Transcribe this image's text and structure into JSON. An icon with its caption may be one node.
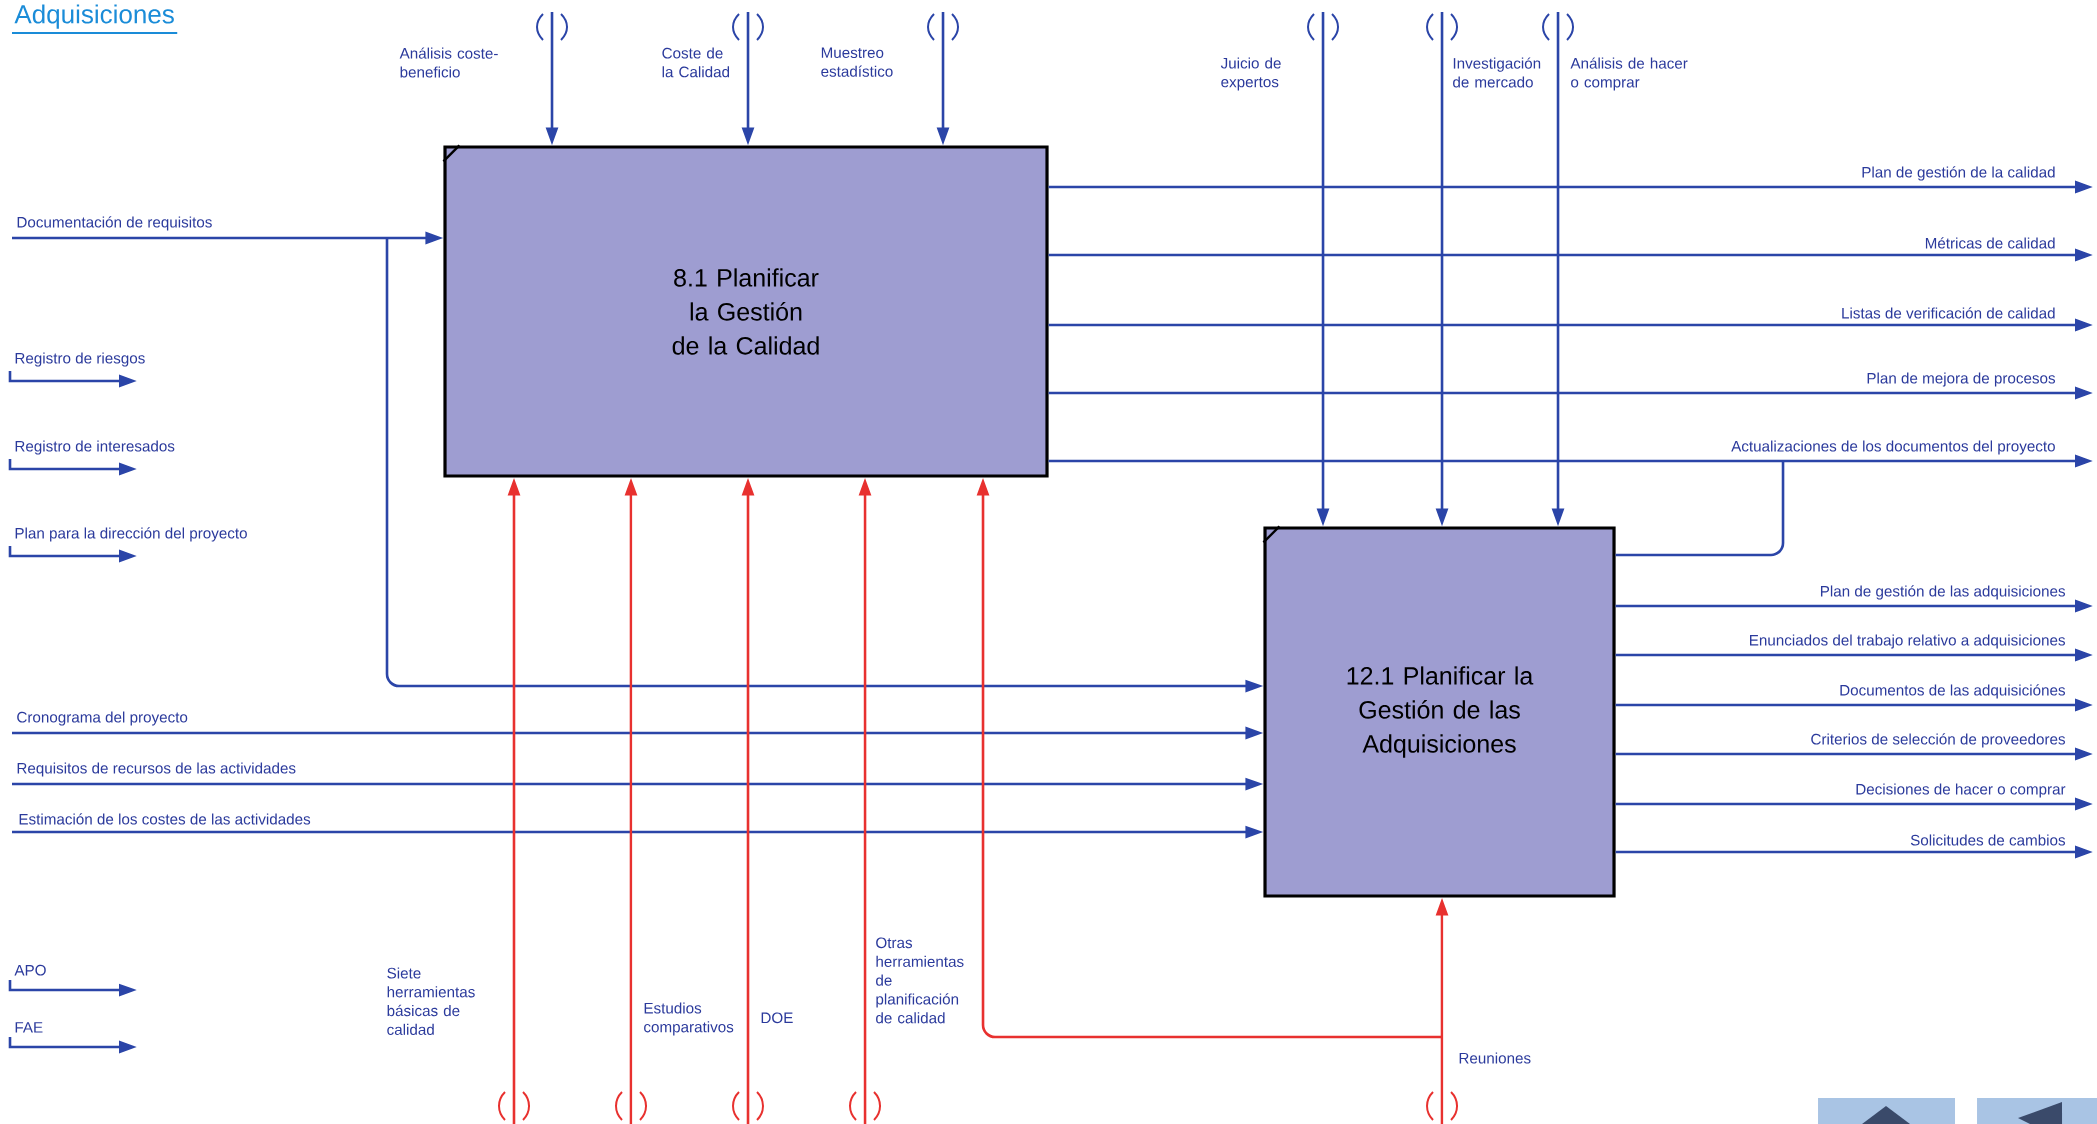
{
  "diagram": {
    "title": "Adquisiciones",
    "nodes": [
      {
        "text": [
          "8.1 Planificar la Gestión de la Calidad"
        ]
      },
      {
        "text": [
          "12.1 Planificar la Gestión de las Adquisiciones"
        ]
      },
      {
        "text": [
          "Registro de riesgos"
        ]
      },
      {
        "text": [
          "Registro de interesados"
        ]
      },
      {
        "text": [
          "Plan para la dirección del proyecto"
        ]
      },
      {
        "text": [
          "APO"
        ]
      },
      {
        "text": [
          "FAE"
        ]
      }
    ],
    "edges": [
      {
        "from": null,
        "to": 0,
        "arrow": "to",
        "label": "Documentación de requisitos"
      },
      {
        "from": null,
        "to": 1,
        "arrow": "to"
      },
      {
        "from": null,
        "to": 1,
        "arrow": "to",
        "label": "Cronograma del proyecto"
      },
      {
        "from": null,
        "to": 1,
        "arrow": "to",
        "label": "Requisitos de recursos de las actividades"
      },
      {
        "from": null,
        "to": 1,
        "arrow": "to",
        "label": "Estimación de los costes de las actividades"
      },
      {
        "from": null,
        "to": 0,
        "arrow": "to",
        "label": "Análisis coste-beneficio"
      },
      {
        "from": null,
        "to": 0,
        "arrow": "to",
        "label": "Coste de la Calidad"
      },
      {
        "from": null,
        "to": 0,
        "arrow": "to",
        "label": "Muestreo estadístico"
      },
      {
        "from": null,
        "to": 1,
        "arrow": "to",
        "label": "Juicio de expertos"
      },
      {
        "from": null,
        "to": 1,
        "arrow": "to",
        "label": "Investigación de mercado"
      },
      {
        "from": null,
        "to": 1,
        "arrow": "to",
        "label": "Análisis de hacer o comprar"
      },
      {
        "from": null,
        "to": 0,
        "arrow": "to",
        "label": "Siete herramientas básicas de calidad",
        "color": "#e8312f"
      },
      {
        "from": null,
        "to": 0,
        "arrow": "to",
        "label": "Estudios comparativos",
        "color": "#e8312f"
      },
      {
        "from": null,
        "to": 0,
        "arrow": "to",
        "label": "DOE",
        "color": "#e8312f"
      },
      {
        "from": null,
        "to": 0,
        "arrow": "to",
        "label": "Otras herramientas de planificación de calidad",
        "color": "#e8312f"
      },
      {
        "from": null,
        "to": 1,
        "arrow": "to",
        "label": "Reuniones",
        "color": "#e8312f"
      },
      {
        "from": null,
        "to": 0,
        "arrow": "to",
        "color": "#e8312f"
      },
      {
        "from": 0,
        "to": null,
        "arrow": "to",
        "label": "Plan de gestión de la calidad"
      },
      {
        "from": 0,
        "to": null,
        "arrow": "to",
        "label": "Métricas de calidad"
      },
      {
        "from": 0,
        "to": null,
        "arrow": "to",
        "label": "Listas de verificación de calidad"
      },
      {
        "from": 0,
        "to": null,
        "arrow": "to",
        "label": "Plan de mejora de procesos"
      },
      {
        "from": 0,
        "to": null,
        "arrow": "to",
        "label": "Actualizaciones de los documentos del proyecto"
      },
      {
        "from": 1,
        "to": null,
        "arrow": "none"
      },
      {
        "from": 1,
        "to": null,
        "arrow": "to",
        "label": "Plan de gestión de las adquisiciones"
      },
      {
        "from": 1,
        "to": null,
        "arrow": "to",
        "label": "Enunciados del trabajo relativo a adquisiciones"
      },
      {
        "from": 1,
        "to": null,
        "arrow": "to",
        "label": "Documentos de las adquisiciónes"
      },
      {
        "from": 1,
        "to": null,
        "arrow": "to",
        "label": "Criterios de selección de proveedores"
      },
      {
        "from": 1,
        "to": null,
        "arrow": "to",
        "label": "Decisiones de hacer o comprar"
      },
      {
        "from": 1,
        "to": null,
        "arrow": "to",
        "label": "Solicitudes de cambios"
      },
      {
        "from": 2,
        "to": null,
        "arrow": "to"
      },
      {
        "from": 3,
        "to": null,
        "arrow": "to"
      },
      {
        "from": 4,
        "to": null,
        "arrow": "to"
      },
      {
        "from": 5,
        "to": null,
        "arrow": "to"
      },
      {
        "from": 6,
        "to": null,
        "arrow": "to"
      }
    ]
  }
}
